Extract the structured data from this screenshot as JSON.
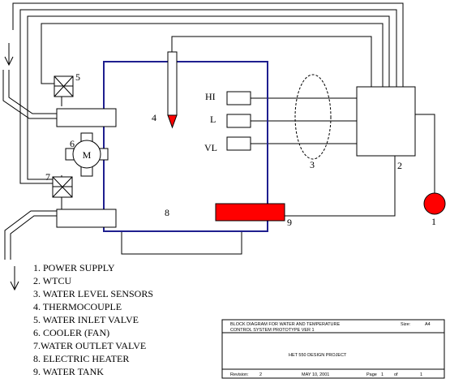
{
  "diagram": {
    "part_numbers": {
      "power_supply": "1",
      "wtcu": "2",
      "sensors": "3",
      "thermocouple": "4",
      "inlet_valve": "5",
      "fan": "6",
      "outlet_valve": "7",
      "tank": "8",
      "heater": "9"
    },
    "sensor_labels": {
      "hi": "HI",
      "l": "L",
      "vl": "VL"
    },
    "fan_letter": "M",
    "colors": {
      "tank_border": "#1f1f8f",
      "heater": "#ff0000",
      "line": "#000000"
    }
  },
  "legend": {
    "items": [
      "1. POWER SUPPLY",
      "2. WTCU",
      "3. WATER LEVEL SENSORS",
      "4. THERMOCOUPLE",
      "5. WATER INLET VALVE",
      "6. COOLER (FAN)",
      "7.WATER OUTLET VALVE",
      "8. ELECTRIC HEATER",
      "9. WATER TANK"
    ]
  },
  "title_block": {
    "title_line1": "BLOCK DIAGRAM FOR WATER AND TEMPERATURE",
    "title_line2": "CONTROL SYSTEM PROTOTYPE VER 1",
    "size_label": "Size:",
    "size_value": "A4",
    "project": "HET 550 DESIGN PROJECT",
    "revision_label": "Revision:",
    "revision_value": "2",
    "date": "MAY 10, 2001",
    "page_label": "Page",
    "page_value": "1",
    "of_label": "of",
    "total_pages": "1"
  }
}
